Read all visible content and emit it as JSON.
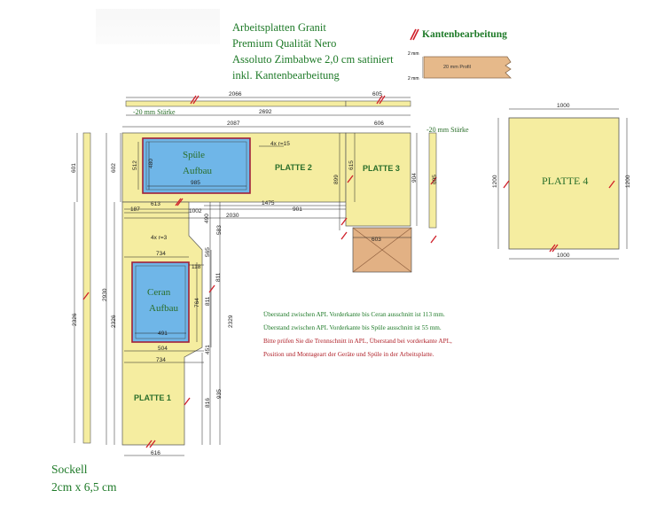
{
  "header": {
    "line1": "Arbeitsplatten Granit",
    "line2": "Premium Qualität Nero",
    "line3": "Assoluto Zimbabwe 2,0 cm satiniert",
    "line4": "inkl. Kantenbearbeitung"
  },
  "legend": {
    "title": "Kantenbearbeitung",
    "top_mm": "2 mm",
    "bottom_mm": "2 mm",
    "profile": "20 mm Profil"
  },
  "labels": {
    "staerke_top": "-20 mm Stärke",
    "staerke_side": "-20 mm Stärke",
    "platte1": "PLATTE 1",
    "platte2": "PLATTE 2",
    "platte3": "PLATTE 3",
    "platte4": "PLATTE 4",
    "spuele1": "Spüle",
    "spuele2": "Aufbau",
    "ceran1": "Ceran",
    "ceran2": "Aufbau",
    "radius_spuele": "4x r=15",
    "radius_ceran": "4x r=3"
  },
  "dimensions": {
    "d2066": "2066",
    "d605": "605",
    "d2692": "2692",
    "d2087": "2087",
    "d606": "606",
    "d601": "601",
    "d602": "602",
    "d512": "512",
    "d480": "480",
    "d985": "985",
    "d615": "615",
    "d899": "899",
    "d904": "904",
    "d605v": "605",
    "d187": "187",
    "d613": "613",
    "d1475": "1475",
    "d1002": "1002",
    "d901": "901",
    "d2030": "2030",
    "d603": "603",
    "d734a": "734",
    "d118": "118",
    "d764": "764",
    "d811": "811",
    "d811b": "811",
    "d2329": "2329",
    "d491": "491",
    "d504": "504",
    "d734b": "734",
    "d2930": "2930",
    "d2326": "2326",
    "d2326b": "2326",
    "d816": "816",
    "d935": "935",
    "d616": "616",
    "d1000a": "1000",
    "d1200a": "1200",
    "d1200b": "1200",
    "d1000b": "1000",
    "d565": "565",
    "d490": "490",
    "d583": "583",
    "d451": "451"
  },
  "notes": {
    "n1": "Überstand zwischen APL Vorderkante bis Ceran ausschnitt ist 113 mm.",
    "n2": "Überstand zwischen APL Vorderkante bis Spüle ausschnitt ist 55 mm.",
    "n3": "Bitte prüfen Sie die Trennschnitt in APL, Überstand bei vorderkante APL,",
    "n4": "Position und Montageart der Geräte und Spüle in der Arbeitsplatte."
  },
  "sockel": {
    "line1": "Sockell",
    "line2": "2cm x 6,5 cm"
  },
  "colors": {
    "plate": "#f5eda0",
    "sink": "#6fb6e8",
    "box": "#e2b184",
    "edge_mark": "#d0202a",
    "text_green": "#1e7a28"
  }
}
